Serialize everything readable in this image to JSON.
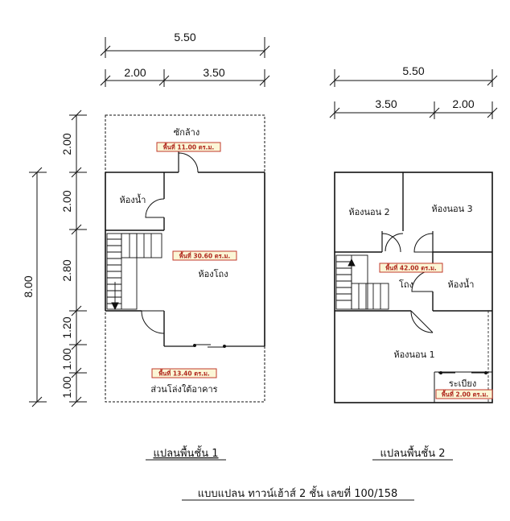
{
  "dimensions": {
    "plan1_total_width": "5.50",
    "plan1_seg_a": "2.00",
    "plan1_seg_b": "3.50",
    "plan1_depth_total": "8.00",
    "plan1_rows": [
      "2.00",
      "2.00",
      "2.80",
      "1.20",
      "1.00",
      "1.00"
    ],
    "plan2_total_width": "5.50",
    "plan2_seg_a": "3.50",
    "plan2_seg_b": "2.00"
  },
  "plan1": {
    "laundry": "ซักล้าง",
    "laundry_area": "พื้นที่ 11.00 ตร.ม.",
    "bathroom": "ห้องน้ำ",
    "hall_area": "พื้นที่ 30.60 ตร.ม.",
    "hall": "ห้องโถง",
    "parking_area": "พื้นที่ 13.40 ตร.ม.",
    "parking": "ส่วนโล่งใต้อาคาร",
    "caption": "แปลนพื้นชั้น 1"
  },
  "plan2": {
    "bedroom2": "ห้องนอน 2",
    "bedroom3": "ห้องนอน 3",
    "hall_area": "พื้นที่ 42.00 ตร.ม.",
    "hall": "โถง",
    "bathroom": "ห้องน้ำ",
    "bedroom1": "ห้องนอน 1",
    "balcony": "ระเบียง",
    "balcony_area": "พื้นที่ 2.00 ตร.ม.",
    "caption": "แปลนพื้นชั้น 2"
  },
  "title": "แบบแปลน ทาวน์เฮ้าส์ 2 ชั้น เลขที่ 100/158"
}
